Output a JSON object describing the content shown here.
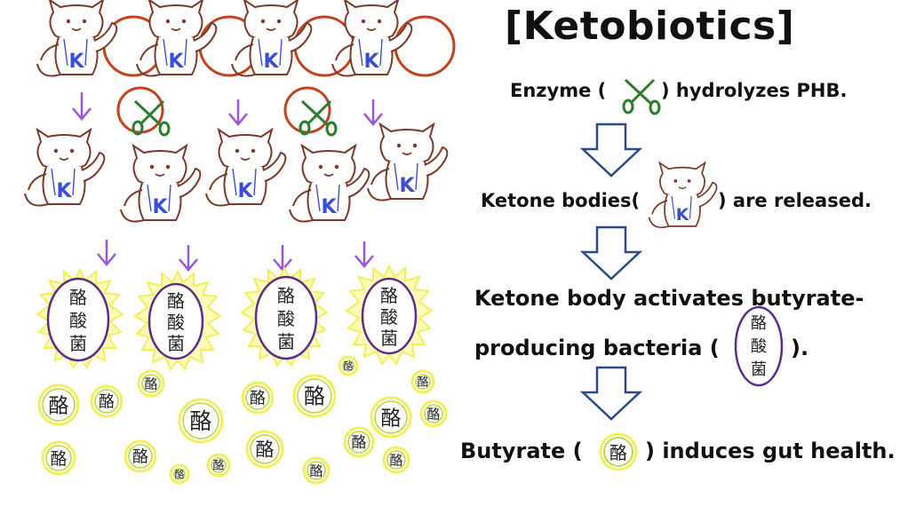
{
  "title": "[Ketobiotics]",
  "steps": {
    "step1_pre": "Enzyme (",
    "step1_post": ") hydrolyzes PHB.",
    "step2_pre": "Ketone bodies(",
    "step2_post": ") are released.",
    "step3_line1": "Ketone body activates butyrate-",
    "step3_line2_pre": "producing bacteria (",
    "step3_line2_post": ").",
    "step4_pre": "Butyrate (",
    "step4_post": ") induces gut health."
  },
  "labels": {
    "bacteria_chars": [
      "酪",
      "酸",
      "菌"
    ],
    "butyrate_char": "酪",
    "ketone_letter": "K"
  },
  "colors": {
    "polymer_ring": "#c0441c",
    "cat_outline": "#7a3a2a",
    "ketone_k": "#3a4fd0",
    "scissors": "#2e7d2e",
    "bacteria_outline": "#5b2d8a",
    "glow": "#f2ef5a",
    "arrow_small": "#9b55d8",
    "arrow_big": "#2b4a8a",
    "butyrate_ring": "#b7d84a"
  }
}
